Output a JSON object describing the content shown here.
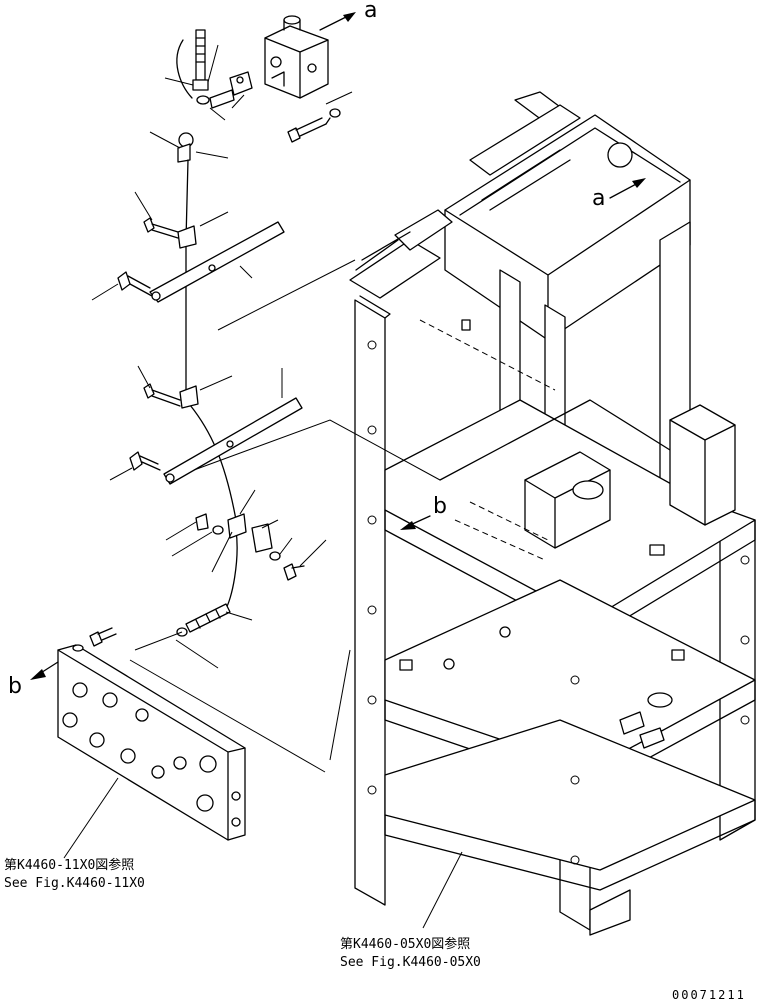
{
  "callouts": {
    "a_top": "a",
    "a_frame": "a",
    "b_plate": "b",
    "b_frame": "b"
  },
  "references": {
    "plate_jp": "第K4460-11X0図参照",
    "plate_en": "See Fig.K4460-11X0",
    "frame_jp": "第K4460-05X0図参照",
    "frame_en": "See Fig.K4460-05X0"
  },
  "drawing_code": "00071211"
}
